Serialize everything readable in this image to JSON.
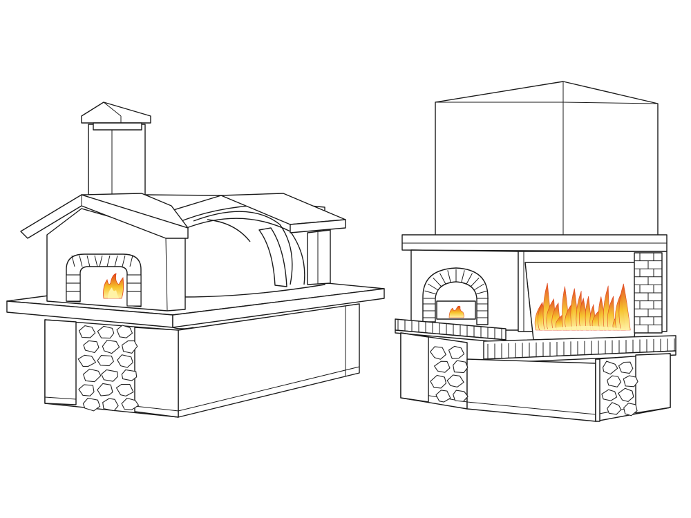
{
  "scene": {
    "illustrations": [
      {
        "id": "pizza-oven",
        "kind": "outdoor pizza oven with chimney and countertop"
      },
      {
        "id": "outdoor-fireplace",
        "kind": "outdoor fireplace with hood and side oven"
      }
    ]
  },
  "colors": {
    "line": "#1a1a1a",
    "background": "#ffffff",
    "flame_outer": "#f5a21c",
    "flame_mid": "#f7c22b",
    "flame_core": "#fff3a6",
    "flame_red": "#e0441a"
  },
  "icons": [
    "brick-arch-icon",
    "flame-icon",
    "stone-wall-icon",
    "chimney-icon"
  ]
}
